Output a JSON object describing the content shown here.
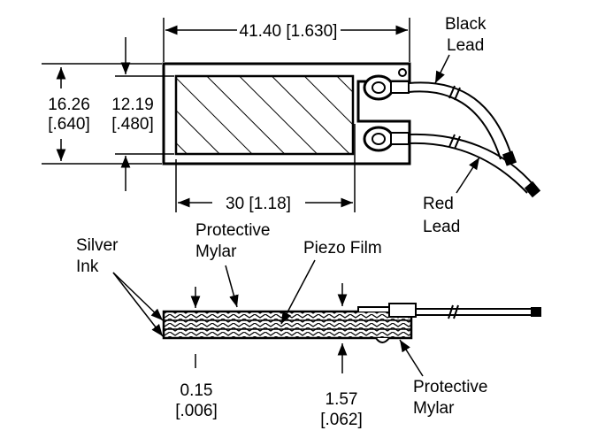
{
  "top_view": {
    "overall_length": "41.40 [1.630]",
    "overall_width_mm": "16.26",
    "overall_width_in": "[.640]",
    "active_width_mm": "12.19",
    "active_width_in": "[.480]",
    "active_length": "30 [1.18]",
    "black_lead_line1": "Black",
    "black_lead_line2": "Lead",
    "red_lead_line1": "Red",
    "red_lead_line2": "Lead"
  },
  "side_view": {
    "silver_ink_line1": "Silver",
    "silver_ink_line2": "Ink",
    "protective_mylar_top_line1": "Protective",
    "protective_mylar_top_line2": "Mylar",
    "piezo_film": "Piezo Film",
    "thickness_film_mm": "0.15",
    "thickness_film_in": "[.006]",
    "thickness_total_mm": "1.57",
    "thickness_total_in": "[.062]",
    "protective_mylar_bottom_line1": "Protective",
    "protective_mylar_bottom_line2": "Mylar"
  }
}
